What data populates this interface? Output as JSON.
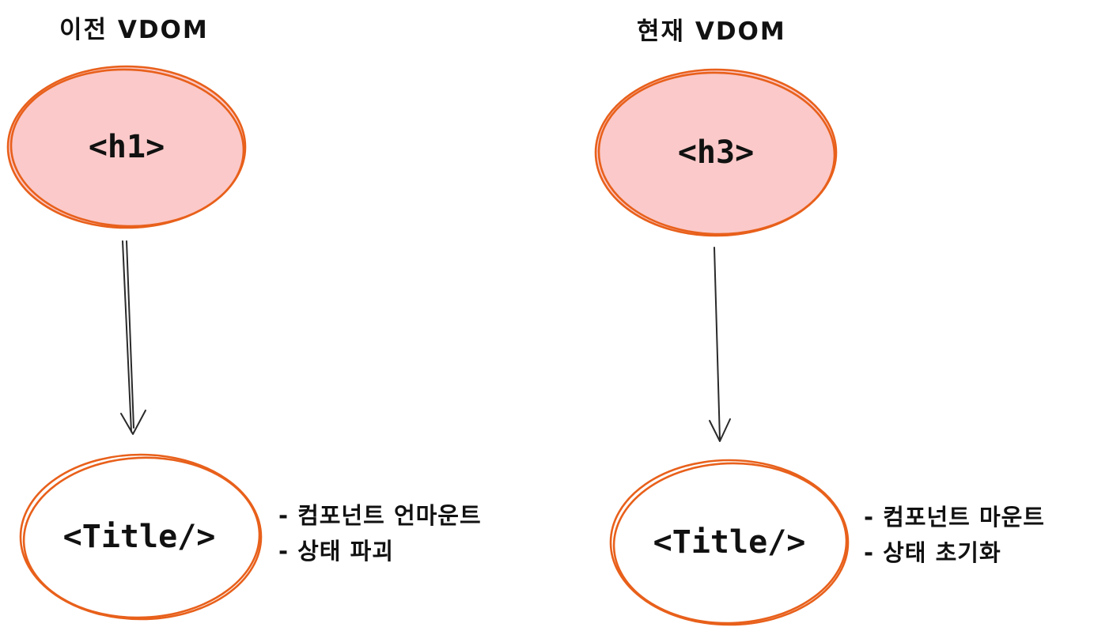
{
  "panels": [
    {
      "title": "이전 VDOM",
      "top_node_label": "<h1>",
      "bottom_node_label": "<Title/>",
      "bullets": [
        "- 컴포넌트 언마운트",
        "- 상태 파괴"
      ]
    },
    {
      "title": "현재 VDOM",
      "top_node_label": "<h3>",
      "bottom_node_label": "<Title/>",
      "bullets": [
        "- 컴포넌트 마운트",
        "- 상태 초기화"
      ]
    }
  ],
  "colors": {
    "ellipse_stroke": "#e8601b",
    "top_node_fill": "#fbc9c9",
    "bottom_node_fill": "#ffffff",
    "arrow": "#2a2a2a",
    "text": "#111111"
  }
}
